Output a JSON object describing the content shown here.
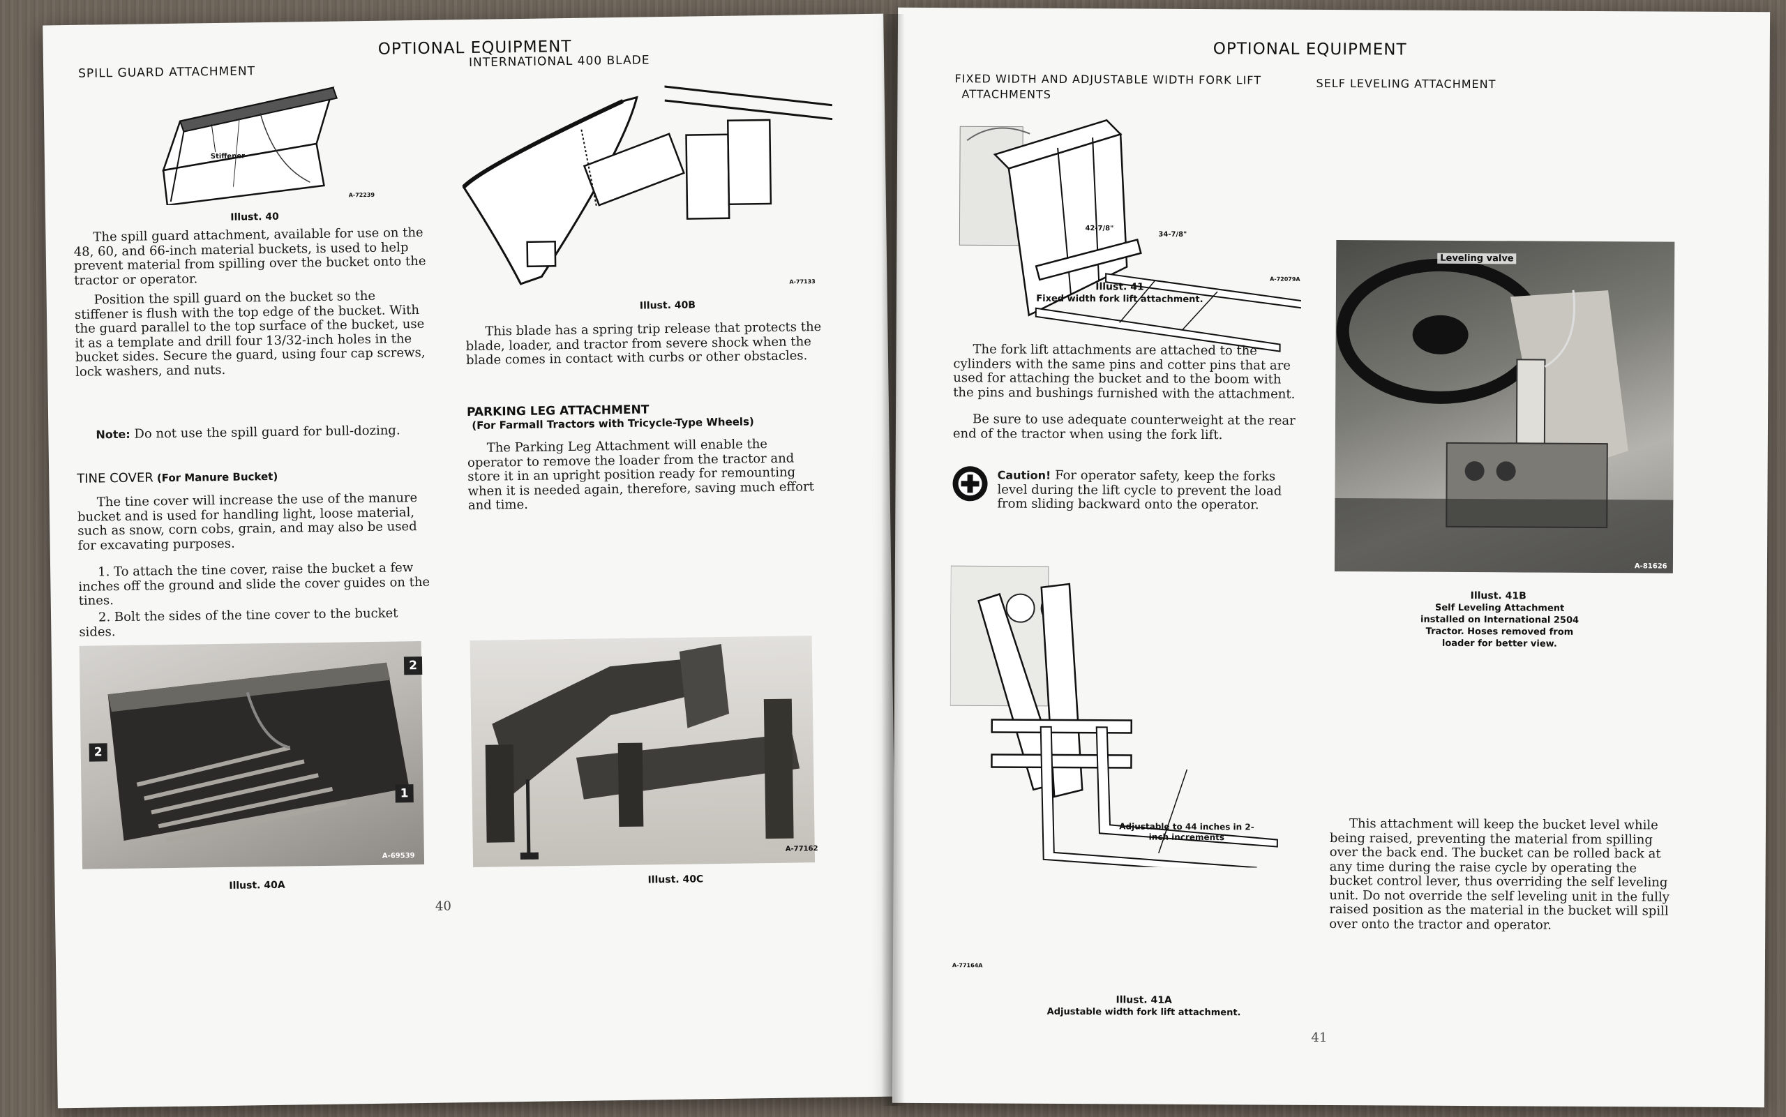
{
  "left_page": {
    "header": "OPTIONAL EQUIPMENT",
    "spill_guard": {
      "title": "SPILL GUARD ATTACHMENT",
      "drawing_label": "Stiffener",
      "drawing_code": "A-72239",
      "caption": "Illust. 40",
      "para1": "The spill guard attachment, available for use on the 48, 60, and 66-inch material buckets, is used to help prevent material from spilling over the bucket onto the tractor or operator.",
      "para2": "Position the spill guard on the bucket so the stiffener is flush with the top edge of the bucket. With the guard parallel to the top surface of the bucket, use it as a template and drill four 13/32-inch holes in the bucket sides. Secure the guard, using four cap screws, lock washers, and nuts.",
      "note_label": "Note:",
      "note_text": "Do not use the spill guard for bull-dozing."
    },
    "tine_cover": {
      "title": "TINE COVER",
      "title_sub": "(For Manure Bucket)",
      "para1": "The tine cover will increase the use of the manure bucket and is used for handling light, loose material, such as snow, corn cobs, grain, and may also be used for excavating purposes.",
      "step1": "1. To attach the tine cover, raise the bucket a few inches off the ground and slide the cover guides on the tines.",
      "step2": "2. Bolt the sides of the tine cover to the bucket sides.",
      "photo_callouts": [
        "2",
        "2",
        "1"
      ],
      "photo_code": "A-69539",
      "caption": "Illust. 40A"
    },
    "blade": {
      "title": "INTERNATIONAL 400 BLADE",
      "drawing_code": "A-77133",
      "caption": "Illust. 40B",
      "para": "This blade has a spring trip release that protects the blade, loader, and tractor from severe shock when the blade comes in contact with curbs or other obstacles."
    },
    "parking_leg": {
      "title": "PARKING LEG ATTACHMENT",
      "title_sub": "(For Farmall Tractors with Tricycle-Type Wheels)",
      "para": "The Parking Leg Attachment will enable the operator to remove the loader from the tractor and store it in an upright position ready for remounting when it is needed again, therefore, saving much effort and time.",
      "photo_code": "A-77162",
      "caption": "Illust. 40C"
    },
    "page_number": "40"
  },
  "right_page": {
    "header": "OPTIONAL EQUIPMENT",
    "fork_lift": {
      "title_line1": "FIXED WIDTH AND ADJUSTABLE WIDTH FORK LIFT",
      "title_line2": "ATTACHMENTS",
      "dim1": "42-7/8\"",
      "dim2": "34-7/8\"",
      "drawing_code": "A-72079A",
      "caption": "Illust. 41",
      "caption_sub": "Fixed width fork lift attachment.",
      "para1": "The fork lift attachments are attached to the cylinders with the same pins and cotter pins that are used for attaching the bucket and to the boom with the pins and bushings furnished with the attachment.",
      "para2": "Be sure to use adequate counterweight at the rear end of the tractor when using the fork lift.",
      "caution_label": "Caution!",
      "caution_text": "For operator safety, keep the forks level during the lift cycle to prevent the load from sliding backward onto the operator.",
      "adj_label": "Adjustable to 44 inches in 2-inch increments",
      "adj_code": "A-77164A",
      "caption2": "Illust. 41A",
      "caption2_sub": "Adjustable width fork lift attachment."
    },
    "self_leveling": {
      "title": "SELF LEVELING ATTACHMENT",
      "photo_label": "Leveling valve",
      "photo_code": "A-81626",
      "caption": "Illust. 41B",
      "caption_sub": "Self Leveling Attachment installed on International 2504 Tractor. Hoses removed from loader for better view.",
      "para": "This attachment will keep the bucket level while being raised, preventing the material from spilling over the back end. The bucket can be rolled back at any time during the raise cycle by operating the bucket control lever, thus overriding the self leveling unit. Do not override the self leveling unit in the fully raised position as the material in the bucket will spill over onto the tractor and operator."
    },
    "page_number": "41"
  }
}
